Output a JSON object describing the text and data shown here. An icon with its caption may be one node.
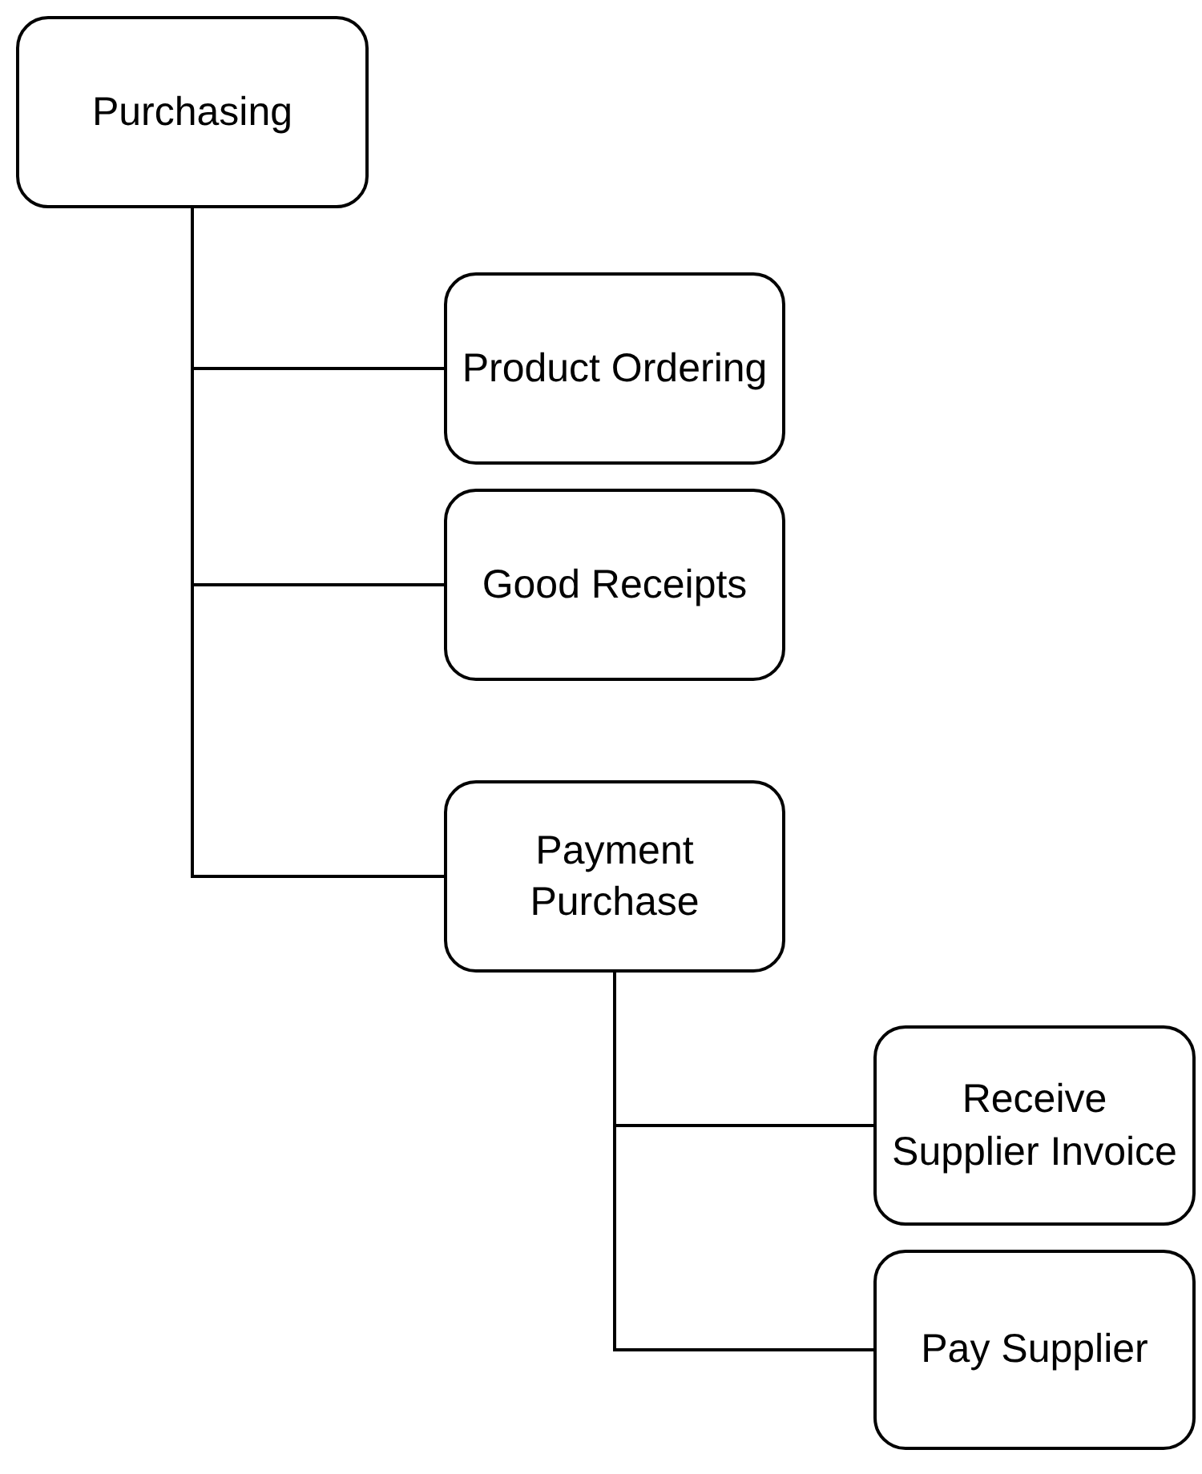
{
  "diagram": {
    "nodes": [
      {
        "text": [
          "Purchasing"
        ]
      },
      {
        "text": [
          "Product Ordering"
        ]
      },
      {
        "text": [
          "Good Receipts"
        ]
      },
      {
        "text": [
          "Payment Purchase"
        ]
      },
      {
        "text": [
          "Receive Supplier Invoice"
        ]
      },
      {
        "text": [
          "Pay Supplier"
        ]
      }
    ],
    "edges": [
      {
        "from": 0,
        "to": 1,
        "arrow": "none"
      },
      {
        "from": 0,
        "to": 2,
        "arrow": "none"
      },
      {
        "from": 0,
        "to": 3,
        "arrow": "none"
      },
      {
        "from": 3,
        "to": 4,
        "arrow": "none"
      },
      {
        "from": 3,
        "to": 5,
        "arrow": "none"
      }
    ]
  }
}
